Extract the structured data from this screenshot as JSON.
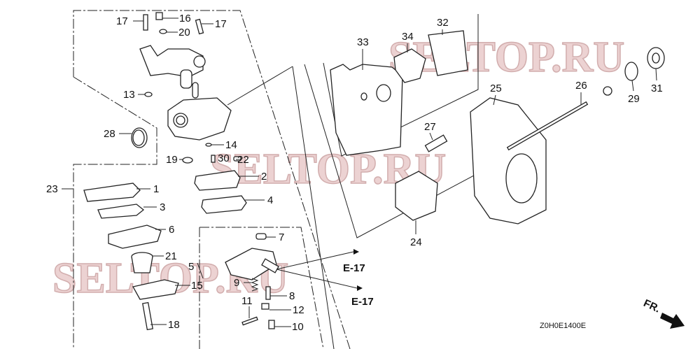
{
  "diagram": {
    "part_labels": {
      "p17a": "17",
      "p16": "16",
      "p20": "20",
      "p17b": "17",
      "p13": "13",
      "p28": "28",
      "p14": "14",
      "p19": "19",
      "p30": "30",
      "p22": "22",
      "p23": "23",
      "p1": "1",
      "p2": "2",
      "p3": "3",
      "p4": "4",
      "p6": "6",
      "p7": "7",
      "p21": "21",
      "p5": "5",
      "p15": "15",
      "p9": "9",
      "p8": "8",
      "p11": "11",
      "p12": "12",
      "p10": "10",
      "p18": "18",
      "p33": "33",
      "p34": "34",
      "p32": "32",
      "p25": "25",
      "p26": "26",
      "p29": "29",
      "p31": "31",
      "p27": "27",
      "p24": "24"
    },
    "refs": [
      "E-17",
      "E-17"
    ],
    "drawing_code": "Z0H0E1400E",
    "front_indicator": "FR.",
    "watermark": "SELTOP.RU"
  }
}
